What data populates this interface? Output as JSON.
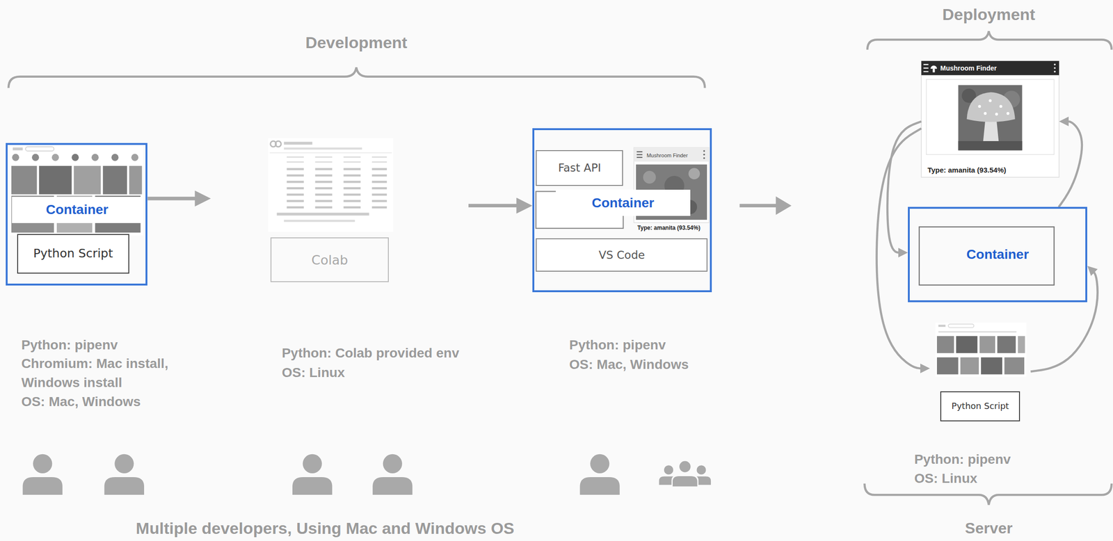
{
  "diagram": {
    "nodes": [
      {
        "text": [
          "Container"
        ]
      },
      {
        "text": [
          "Python Script"
        ],
        "in": 0
      },
      {
        "text": [
          "Colab"
        ]
      },
      {
        "text": [
          "Container"
        ]
      },
      {
        "text": [
          "Fast API"
        ],
        "in": 3
      },
      {
        "text": [
          "VS Code"
        ],
        "in": 3
      },
      {
        "text": [
          "Mushroom Finder",
          "Type: amanita (93.54%)"
        ]
      },
      {
        "text": [
          "Container"
        ]
      },
      {
        "text": [
          "Python Script"
        ]
      }
    ],
    "edges": [
      {
        "from": 0,
        "to": 2,
        "arrow": "to"
      },
      {
        "from": 2,
        "to": 3,
        "arrow": "to"
      },
      {
        "from": 6,
        "to": 7,
        "arrow": "to"
      },
      {
        "from": 6,
        "to": 8,
        "arrow": "to"
      },
      {
        "from": 7,
        "to": 6,
        "arrow": "to"
      },
      {
        "from": 8,
        "to": 7,
        "arrow": "to"
      }
    ],
    "labels": [
      "Development",
      "Deployment",
      "Mushroom Finder",
      "Type: amanita (93.54%)",
      "Python: pipenv",
      "Chromium: Mac install, Windows install",
      "OS: Mac, Windows",
      "Python: Colab provided env",
      "OS: Linux",
      "Python: pipenv",
      "OS: Mac, Windows",
      "Python: pipenv",
      "OS: Linux",
      "Multiple developers, Using Mac and Windows OS",
      "Server"
    ]
  }
}
